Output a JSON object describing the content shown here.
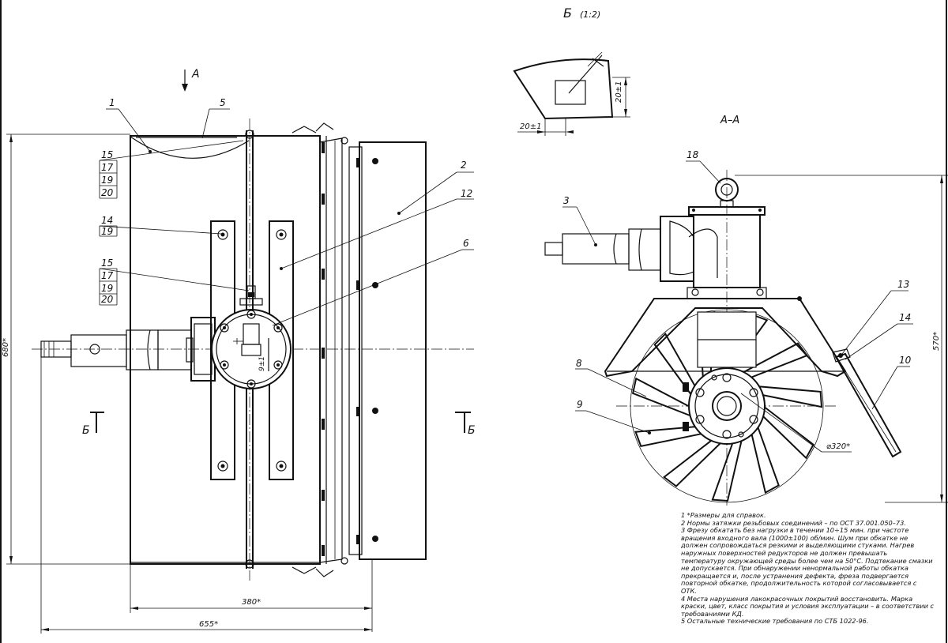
{
  "view_labels": {
    "section_b": "Б",
    "section_b_scale": "(1:2)",
    "view_a_arrow": "А",
    "section_aa": "А–А",
    "cut_left": "Б",
    "cut_right": "Б"
  },
  "front_view": {
    "callouts": {
      "c1": "1",
      "c5": "5",
      "c2": "2",
      "c12": "12",
      "c6": "6",
      "g1": [
        "15",
        "17",
        "19",
        "20"
      ],
      "g2": [
        "14",
        "19"
      ],
      "g3": [
        "15",
        "17",
        "19",
        "20"
      ]
    },
    "dims": {
      "height": "680*",
      "width_inner": "380*",
      "width_total": "655*",
      "key_gap": "9±1"
    }
  },
  "detail_b": {
    "dim_vertical": "20±1",
    "dim_horizontal": "20±1"
  },
  "section_view": {
    "callouts": {
      "c18": "18",
      "c3": "3",
      "c13": "13",
      "c14": "14",
      "c10": "10",
      "c8": "8",
      "c9": "9"
    },
    "dims": {
      "diameter": "⌀320*",
      "height": "570*"
    }
  },
  "notes": [
    "1  *Размеры для справок.",
    "2  Нормы затяжки резьбовых соединений – по ОСТ 37.001.050–73.",
    "3  Фрезу обкатать без нагрузки в течении 10÷15 мин. при частоте вращения входного вала (1000±100) об/мин. Шум при обкатке не должен сопровождаться резкими и выделяющими стуками. Нагрев наружных поверхностей редукторов не должен превышать температуру окружающей среды более чем на 50°С. Подтекание смазки не допускается. При обнаружении ненормальной работы обкатка прекращается и, после устранения дефекта, фреза подвергается повторной обкатке, продолжительность которой согласовывается с ОТК.",
    "4  Места нарушения лакокрасочных покрытий восстановить. Марка краски, цвет, класс покрытия и условия эксплуатации – в соответствии с требованиями КД.",
    "5  Остальные технические требования по СТБ 1022-96."
  ]
}
